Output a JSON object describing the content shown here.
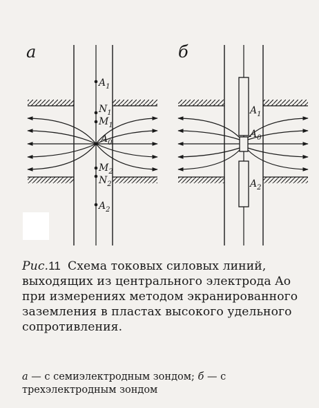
{
  "figure": {
    "panel_a": {
      "label": "а",
      "electrodes": [
        {
          "name": "A",
          "sub": "1"
        },
        {
          "name": "N",
          "sub": "1"
        },
        {
          "name": "M",
          "sub": "1"
        },
        {
          "name": "A",
          "sub": "0"
        },
        {
          "name": "M",
          "sub": "2"
        },
        {
          "name": "N",
          "sub": "2"
        },
        {
          "name": "A",
          "sub": "2"
        }
      ]
    },
    "panel_b": {
      "label": "б",
      "electrodes": [
        {
          "name": "A",
          "sub": "1"
        },
        {
          "name": "A",
          "sub": "0"
        },
        {
          "name": "A",
          "sub": "2"
        }
      ]
    }
  },
  "caption": {
    "fig_word": "Рис.",
    "fig_number": "11",
    "text": "Схема токовых силовых линий, выходящих из центрального электрода Ao при измерениях методом экранированного заземления в пластах высокого удельного сопротивления."
  },
  "subcaption": {
    "a_key": "а",
    "a_text": " — с семиэлектродным зондом;  ",
    "b_key": "б",
    "b_text": " — с трехэлектродным зондом"
  }
}
